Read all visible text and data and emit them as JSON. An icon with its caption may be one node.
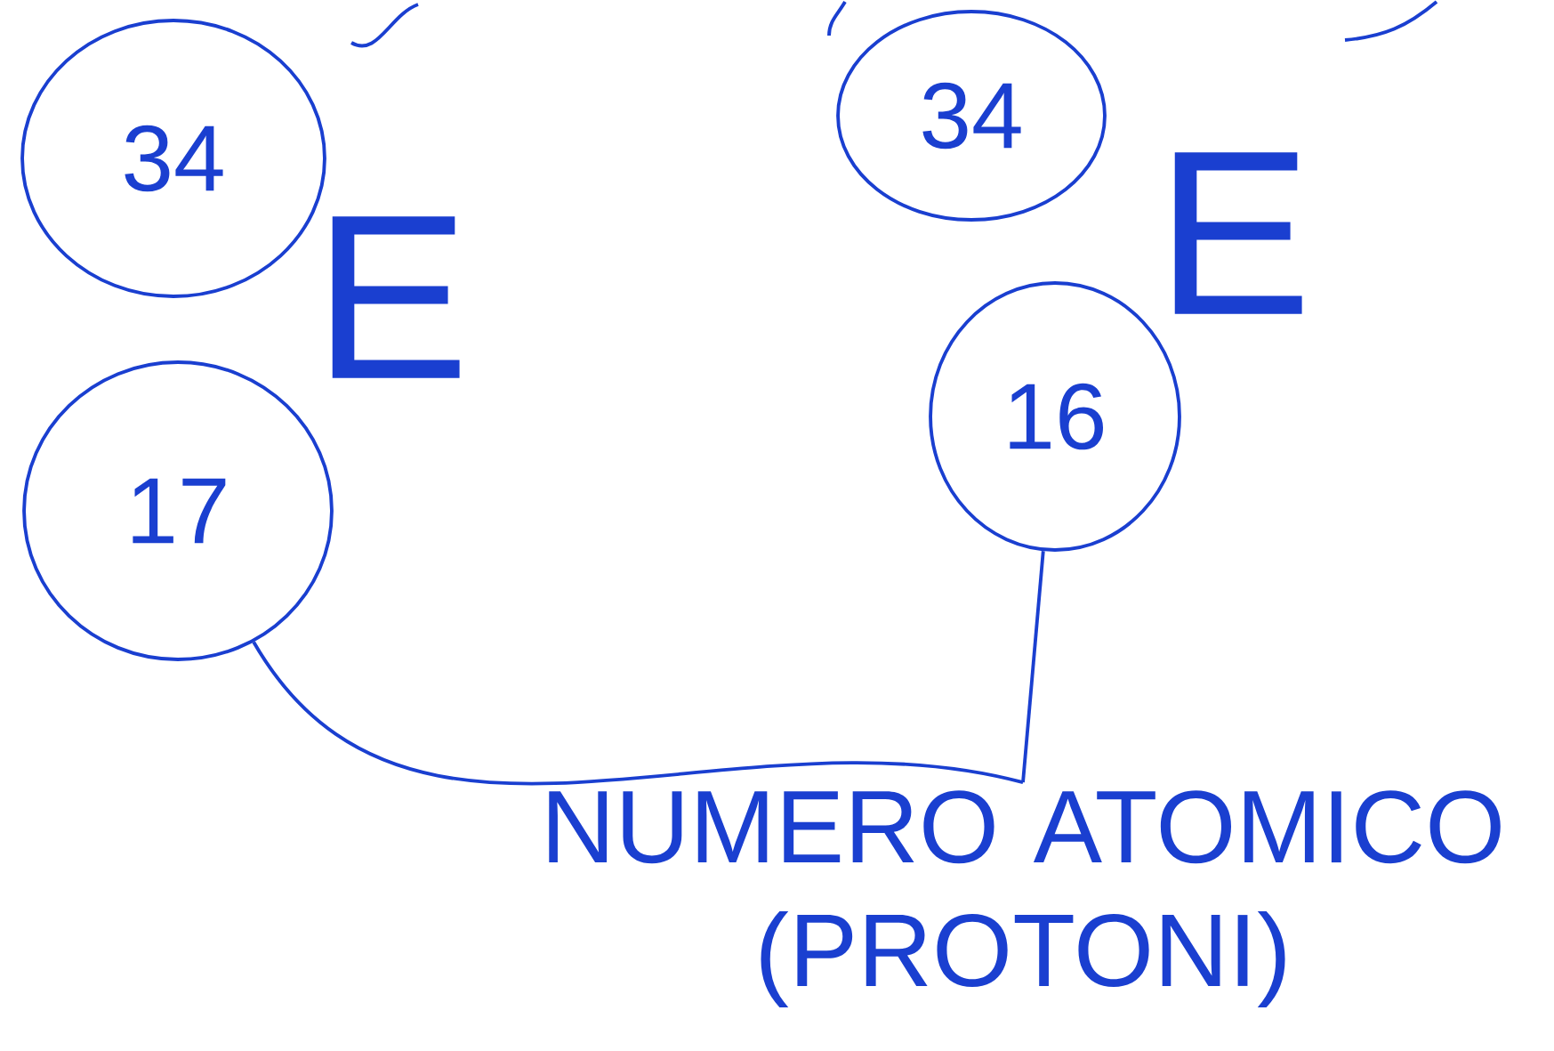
{
  "diagram": {
    "nodes": [
      {
        "text": [
          "34"
        ]
      },
      {
        "text": [
          "17"
        ]
      },
      {
        "text": [
          "34"
        ]
      },
      {
        "text": [
          "16"
        ]
      },
      {
        "text": [
          "NUMERO ATOMICO (PROTONI)"
        ]
      }
    ],
    "edges": [
      {
        "from": 4,
        "to": 1,
        "arrow": "none"
      },
      {
        "from": 4,
        "to": 3,
        "arrow": "none"
      }
    ],
    "labels": [
      "E",
      "E"
    ]
  }
}
